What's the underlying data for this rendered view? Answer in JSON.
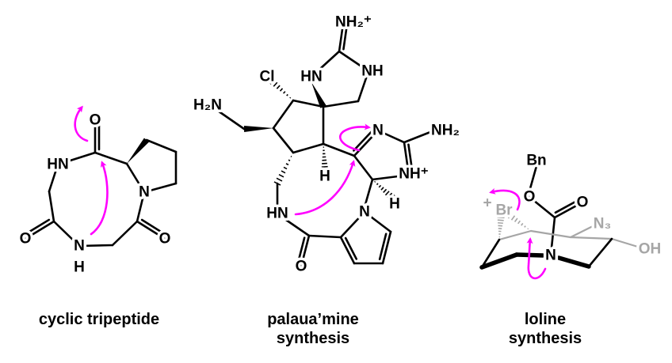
{
  "colors": {
    "arrow": "#ff00ff",
    "bond": "#000000",
    "faded": "#a6a6a6"
  },
  "molecules": {
    "cyclic_tripeptide": {
      "caption": "cyclic tripeptide",
      "atoms": {
        "o_top": "O",
        "hn": "HN",
        "n_ring": "N",
        "o_left": "O",
        "n_bottom": "N",
        "h_bottom": "H",
        "o_right": "O"
      }
    },
    "palauamine": {
      "caption_line1": "palaua’mine",
      "caption_line2": "synthesis",
      "atoms": {
        "nh2_plus": "NH₂⁺",
        "hn_top": "HN",
        "nh_top": "NH",
        "cl": "Cl",
        "h2n": "H₂N",
        "n_imid": "N",
        "nh2": "NH₂",
        "nh_plus": "NH⁺",
        "h_mid": "H",
        "h_right": "H",
        "hn_bottom": "HN",
        "n_pyrrole": "N",
        "o_bottom": "O"
      }
    },
    "loline": {
      "caption_line1": "loline",
      "caption_line2": "synthesis",
      "atoms": {
        "bn": "Bn",
        "o_ester": "O",
        "o_carbonyl": "O",
        "br": "Br",
        "plus": "+",
        "n3": "N₃",
        "oh": "OH",
        "n": "N"
      }
    }
  }
}
